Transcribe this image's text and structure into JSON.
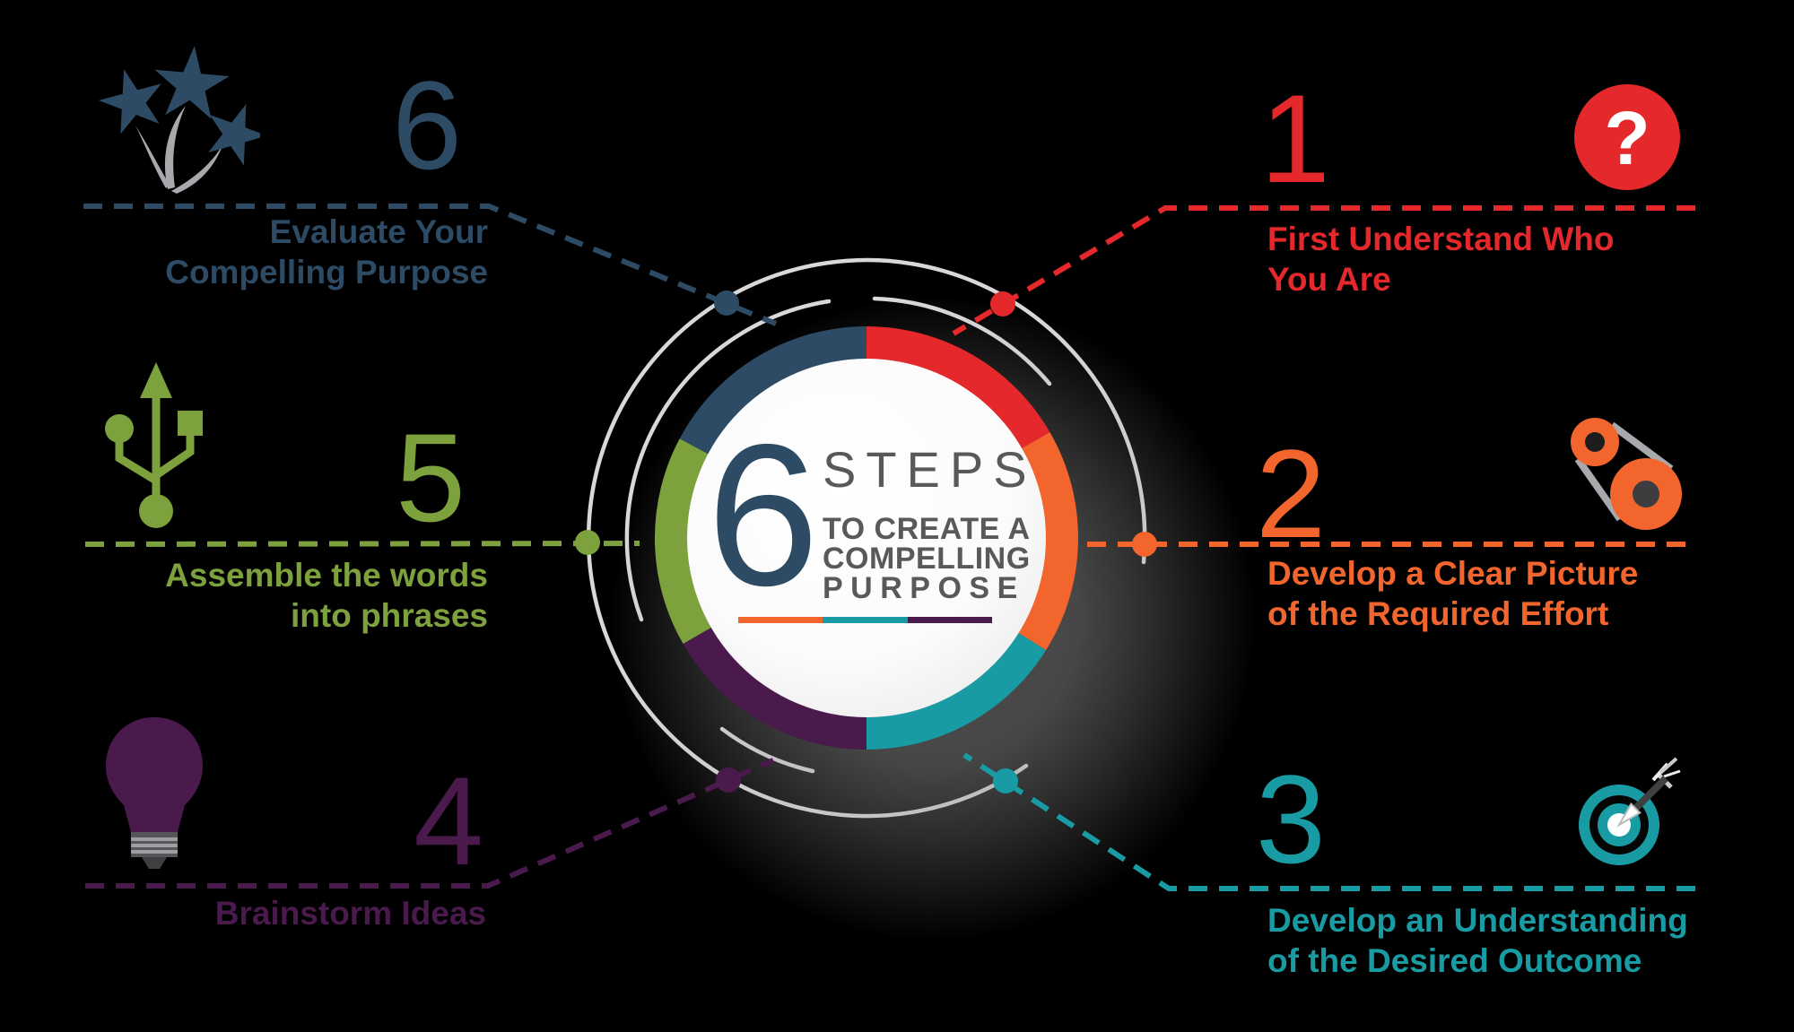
{
  "background_color": "#000000",
  "center": {
    "big_number": "6",
    "title": "STEPS",
    "subtitle_lines": [
      "TO CREATE A",
      "COMPELLING",
      "PURPOSE"
    ]
  },
  "steps": [
    {
      "number": "1",
      "label_lines": [
        "First Understand Who",
        "You Are"
      ],
      "color": "#e5282b",
      "icon": "question-mark"
    },
    {
      "number": "2",
      "label_lines": [
        "Develop a Clear Picture",
        "of the Required Effort"
      ],
      "color": "#f2662e",
      "icon": "belt-pulleys"
    },
    {
      "number": "3",
      "label_lines": [
        "Develop an Understanding",
        "of the Desired Outcome"
      ],
      "color": "#199ba4",
      "icon": "target-with-arrow"
    },
    {
      "number": "4",
      "label_lines": [
        "Brainstorm Ideas"
      ],
      "color": "#4a1a4c",
      "icon": "lightbulb"
    },
    {
      "number": "5",
      "label_lines": [
        "Assemble the words",
        "into phrases"
      ],
      "color": "#7da23d",
      "icon": "usb-connector"
    },
    {
      "number": "6",
      "label_lines": [
        "Evaluate Your",
        "Compelling Purpose"
      ],
      "color": "#2d4b64",
      "icon": "shooting-stars"
    }
  ],
  "icon_glyphs": {
    "question_mark": "?"
  },
  "palette": {
    "red": "#e5282b",
    "orange": "#f2662e",
    "teal": "#199ba4",
    "purple": "#4a1a4c",
    "green": "#7da23d",
    "blue": "#2d4b64",
    "gray-text": "#58595b",
    "gray-arc": "#d8d8d9",
    "gray-swoosh": "#a7a9ac",
    "bulb-base": "#55565a",
    "bulb-stripe": "#9c9ea1",
    "bulb-tip": "#3f4042",
    "hole-dark": "#1d1d1f",
    "hole-mid": "#3d3d3f",
    "shadow-gray": "#909090",
    "white": "#ffffff"
  }
}
